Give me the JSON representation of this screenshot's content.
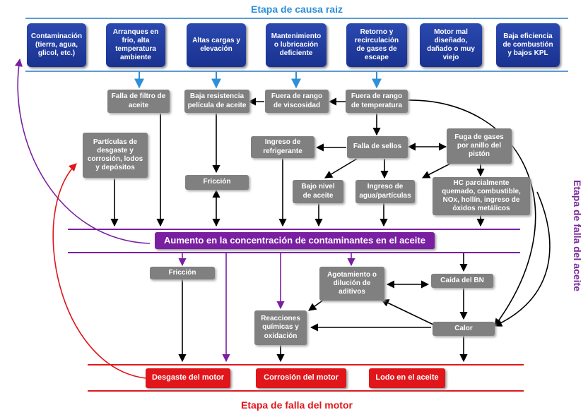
{
  "titles": {
    "root_cause": "Etapa de causa raiz",
    "oil_failure": "Etapa de falla del aceite",
    "engine_failure": "Etapa de falla del motor"
  },
  "root_causes": [
    "Contaminación\n(tierra, agua,\nglicol, etc.)",
    "Arranques en\nfrío, alta\ntemperatura\nambiente",
    "Altas cargas y\nelevación",
    "Mantenimiento\no lubricación\ndeficiente",
    "Retorno y\nrecirculación\nde gases de\nescape",
    "Motor mal\ndiseñado,\ndañado o muy\nviejo",
    "Baja eficiencia\nde combustión\ny bajos KPL"
  ],
  "nodes": {
    "falla_filtro": "Falla de filtro de\naceite",
    "baja_resistencia": "Baja resistencia\npelícula de aceite",
    "fuera_viscosidad": "Fuera de rango\nde viscosidad",
    "fuera_temperatura": "Fuera de rango\nde temperatura",
    "particulas": "Partículas de\ndesgaste y\ncorrosión, lodos\ny depósitos",
    "ingreso_refrigerante": "Ingreso de\nrefrigerante",
    "falla_sellos": "Falla de sellos",
    "fuga_gases": "Fuga de gases\npor anillo del\npistón",
    "friccion_upper": "Fricción",
    "bajo_nivel": "Bajo nivel\nde aceite",
    "ingreso_agua": "Ingreso de\nagua/partículas",
    "hc_parcial": "HC parcialmente\nquemado, combustible,\nNOx, hollín, ingreso de\nóxidos metálicos",
    "aumento": "Aumento en la concentración de contaminantes en el aceite",
    "friccion_lower": "Fricción",
    "agotamiento": "Agotamiento o\ndilución de\naditivos",
    "caida_bn": "Caída del BN",
    "reacciones": "Reacciones\nquímicas y\noxidación",
    "calor": "Calor",
    "desgaste": "Desgaste del motor",
    "corrosion": "Corrosión del motor",
    "lodo": "Lodo en el aceite"
  },
  "colors": {
    "blue_line": "#5b9bd5",
    "purple_line": "#7a1fa2",
    "red_line": "#e0161b",
    "box_blue": "#1f3a9e",
    "box_gray": "#808080",
    "box_red": "#e0161b",
    "box_purple": "#7a1fa2"
  }
}
